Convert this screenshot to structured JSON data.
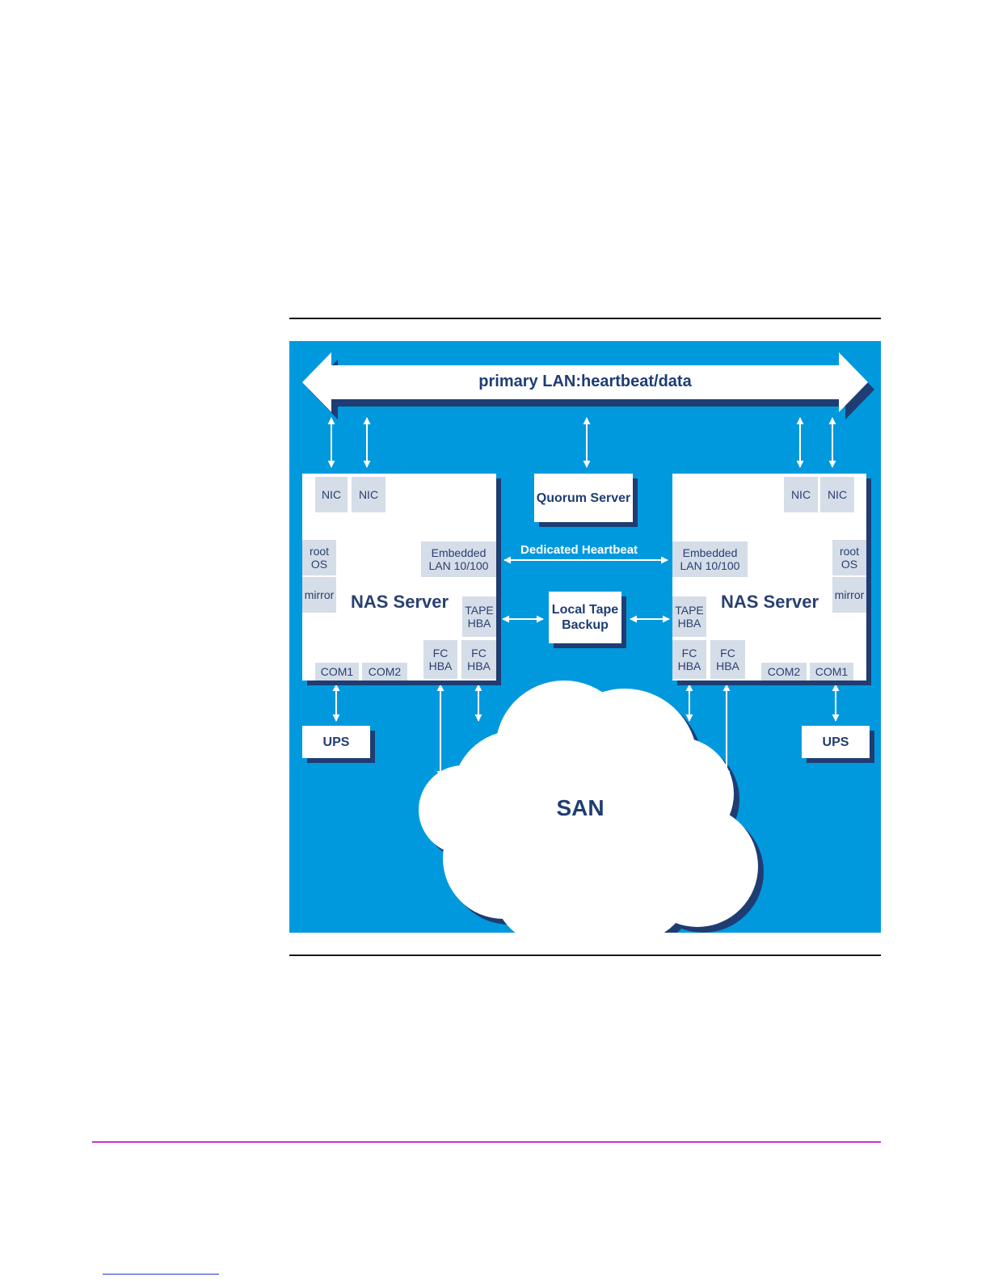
{
  "colors": {
    "background": "#0099dd",
    "shadow": "#1f3d73",
    "component": "#d5dde8",
    "text": "#1f3d73"
  },
  "lan": {
    "label": "primary LAN:heartbeat/data"
  },
  "quorum": {
    "label": "Quorum Server"
  },
  "heartbeat": {
    "label": "Dedicated Heartbeat"
  },
  "tape": {
    "line1": "Local Tape",
    "line2": "Backup"
  },
  "san": {
    "label": "SAN"
  },
  "left_server": {
    "label": "NAS Server",
    "nic1": "NIC",
    "nic2": "NIC",
    "root_line1": "root",
    "root_line2": "OS",
    "mirror": "mirror",
    "emb_line1": "Embedded",
    "emb_line2": "LAN 10/100",
    "tape_line1": "TAPE",
    "tape_line2": "HBA",
    "fc1_line1": "FC",
    "fc1_line2": "HBA",
    "fc2_line1": "FC",
    "fc2_line2": "HBA",
    "com1": "COM1",
    "com2": "COM2",
    "ups": "UPS"
  },
  "right_server": {
    "label": "NAS Server",
    "nic1": "NIC",
    "nic2": "NIC",
    "root_line1": "root",
    "root_line2": "OS",
    "mirror": "mirror",
    "emb_line1": "Embedded",
    "emb_line2": "LAN 10/100",
    "tape_line1": "TAPE",
    "tape_line2": "HBA",
    "fc1_line1": "FC",
    "fc1_line2": "HBA",
    "fc2_line1": "FC",
    "fc2_line2": "HBA",
    "com1": "COM1",
    "com2": "COM2",
    "ups": "UPS"
  }
}
